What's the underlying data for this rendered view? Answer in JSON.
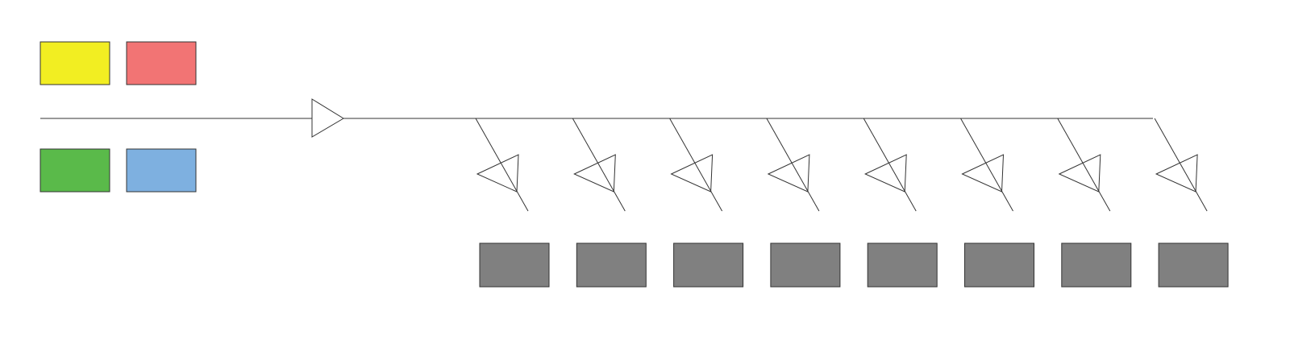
{
  "colors": {
    "yellow": "#f2ee22",
    "red": "#f27474",
    "green": "#5aba4a",
    "blue": "#7eb0e0",
    "block": "#808080",
    "line": "#333333"
  },
  "swatches": [
    {
      "name": "yellow-swatch",
      "color_key": "yellow"
    },
    {
      "name": "red-swatch",
      "color_key": "red"
    },
    {
      "name": "green-swatch",
      "color_key": "green"
    },
    {
      "name": "blue-swatch",
      "color_key": "blue"
    }
  ],
  "branch_count": 8
}
